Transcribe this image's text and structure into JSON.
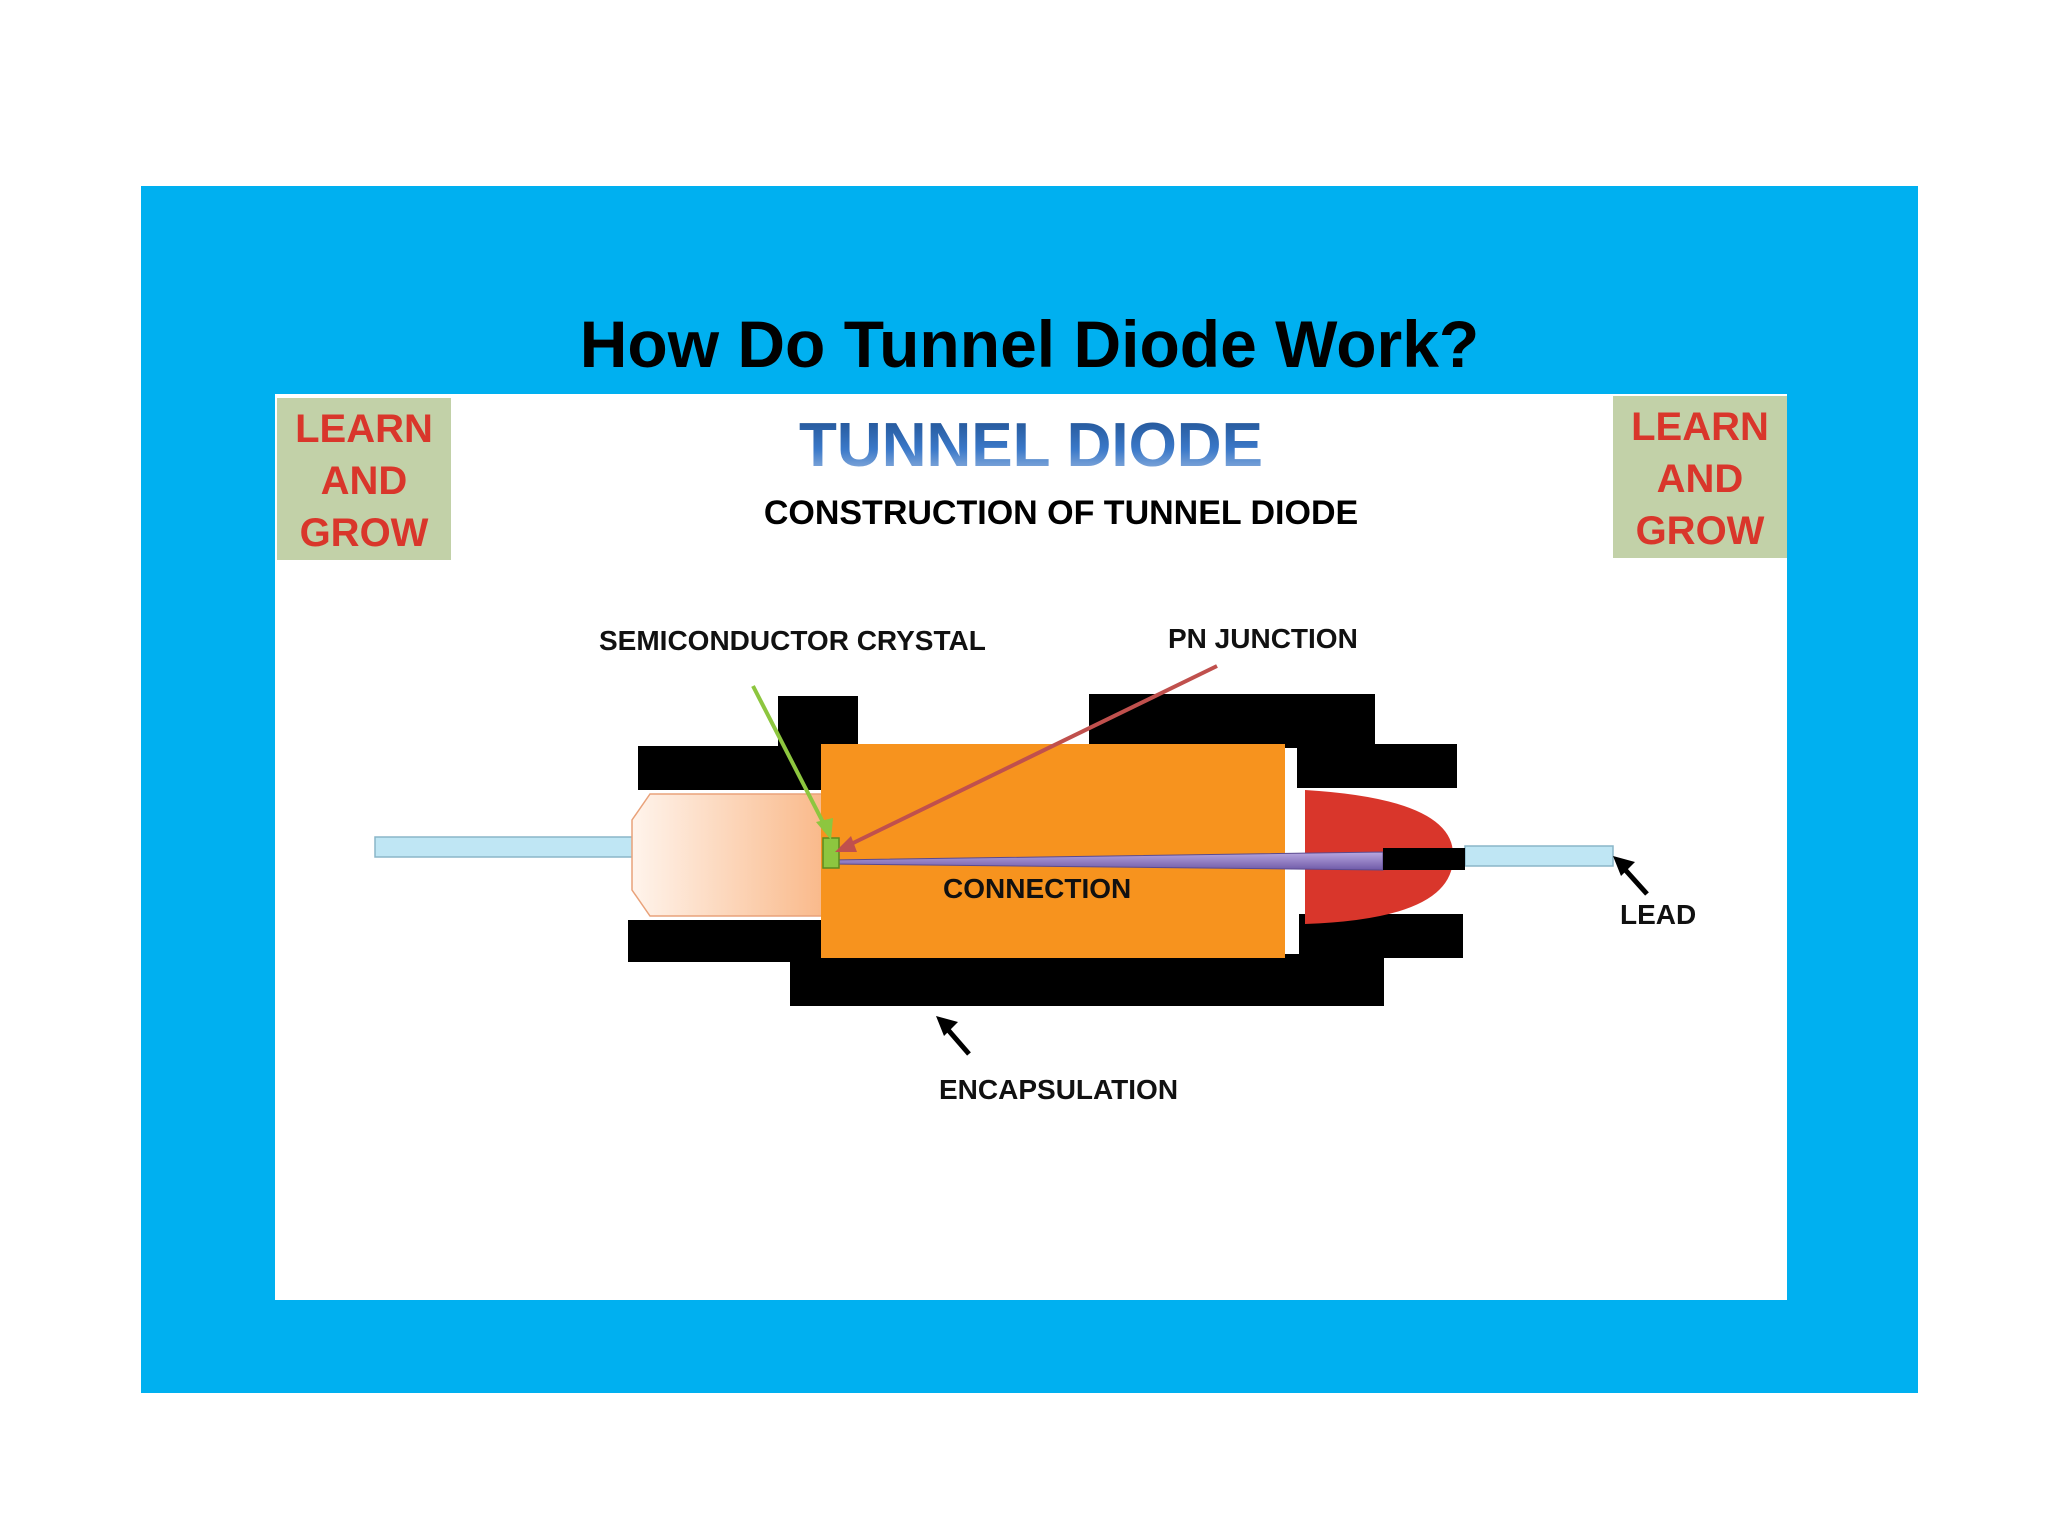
{
  "slide": {
    "title": "How Do Tunnel Diode Work?"
  },
  "diagram": {
    "heading": "TUNNEL DIODE",
    "subheading": "CONSTRUCTION OF TUNNEL DIODE",
    "badge_left": {
      "lines": [
        "LEARN",
        "AND",
        "GROW"
      ]
    },
    "badge_right": {
      "lines": [
        "LEARN",
        "AND",
        "GROW"
      ]
    },
    "labels": {
      "semiconductor_crystal": "SEMICONDUCTOR CRYSTAL",
      "pn_junction": "PN JUNCTION",
      "connection": "CONNECTION",
      "lead": "LEAD",
      "encapsulation": "ENCAPSULATION"
    },
    "colors": {
      "slide_background": "#00b0f0",
      "body_orange": "#f7931e",
      "lead_blue": "#bfe6f4",
      "encapsulation_black": "#000000",
      "cap_red": "#d9362b",
      "connection_purple": "#8e7cc3",
      "crystal_green": "#8dc63f",
      "heading_blue": "#2e5fa8",
      "badge_text_red": "#d9362b",
      "badge_bg_green": "#c2d1a8"
    }
  }
}
